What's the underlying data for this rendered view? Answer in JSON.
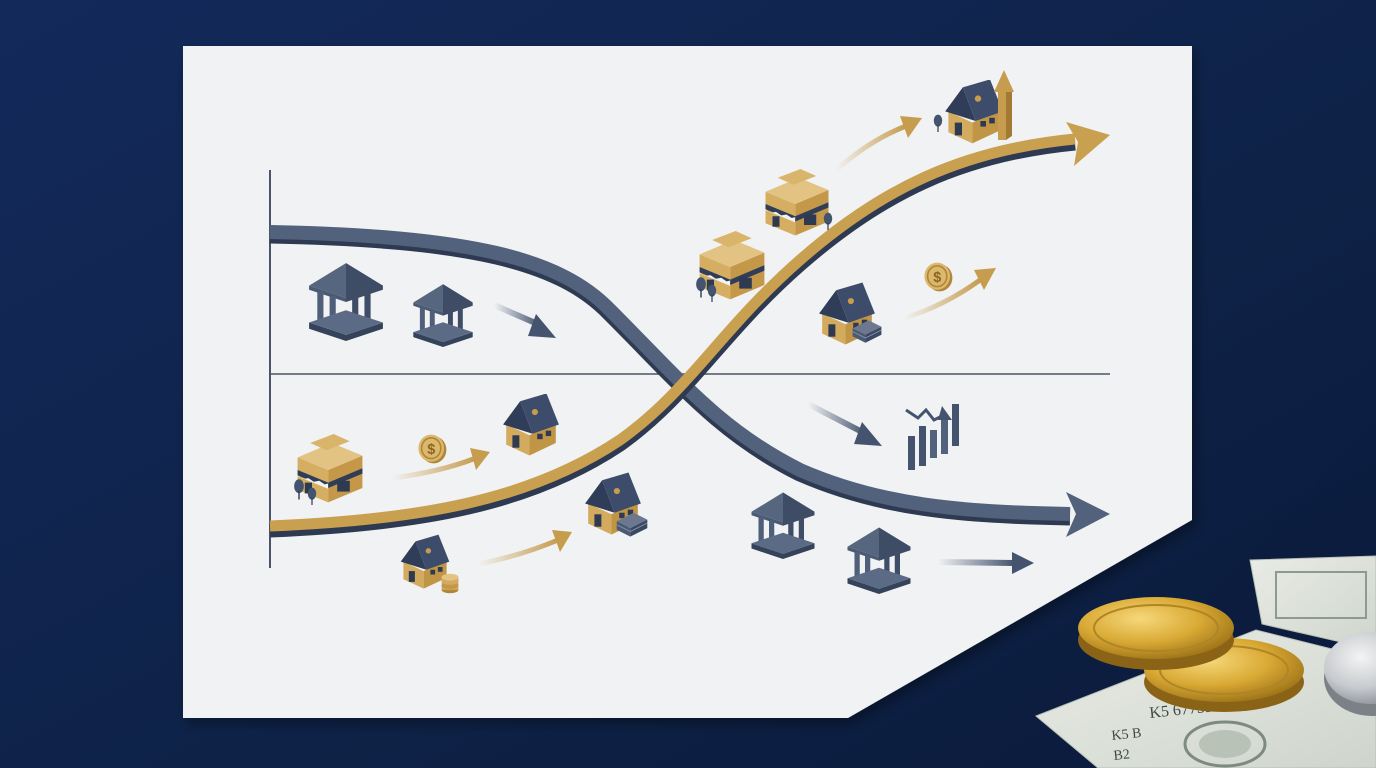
{
  "colors": {
    "background": "#0f2348",
    "paper": "#f1f2f3",
    "navy": "#44546f",
    "navy_dark": "#2d3a52",
    "gold": "#c69c4e",
    "gold_light": "#dcbc78",
    "gold_dark": "#a37a33",
    "axis": "#4a5466"
  },
  "icons": {
    "bank": "bank-building-icon",
    "house": "house-icon",
    "shop": "storefront-icon",
    "coin": "dollar-coin-icon",
    "chart": "declining-bar-chart-icon",
    "arrow_up": "rising-arrow-icon",
    "arrow_down": "falling-arrow-icon"
  },
  "cash": {
    "serial": "K5 67735",
    "serial_small": "K5 B",
    "series_code": "B2"
  }
}
